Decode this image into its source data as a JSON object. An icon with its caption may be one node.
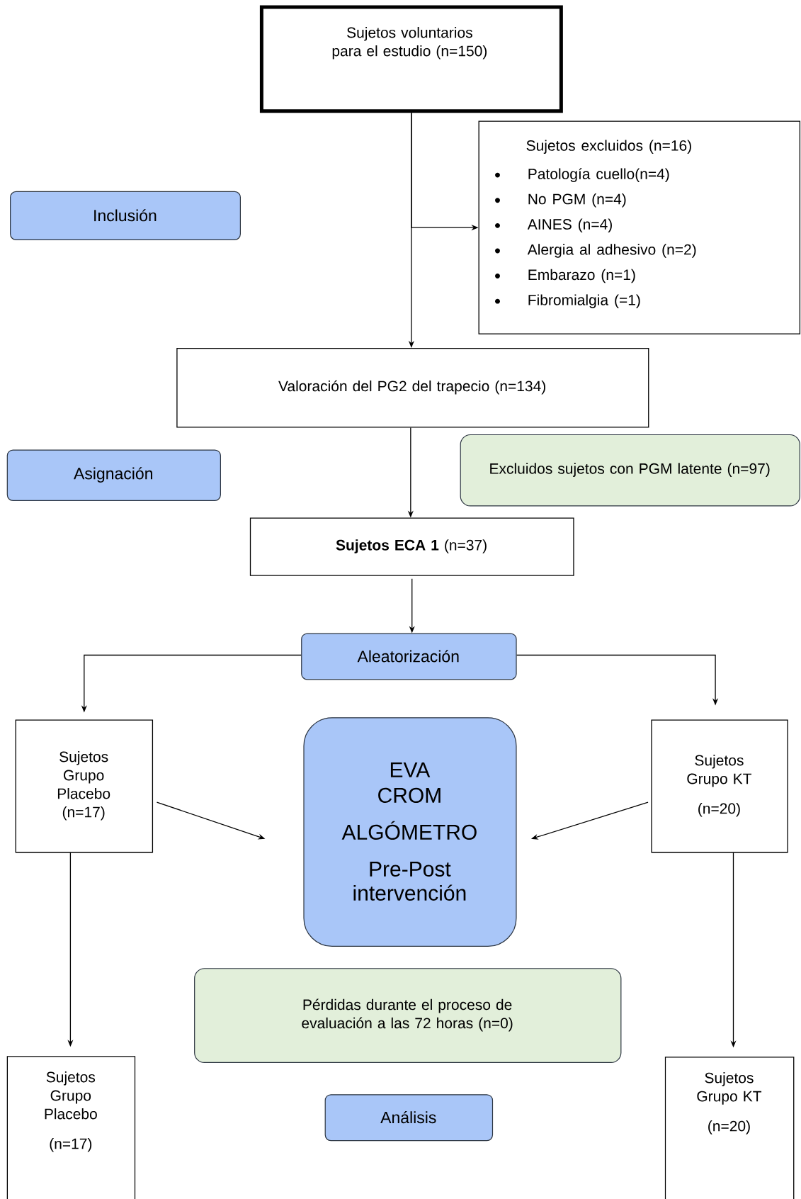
{
  "diagram": {
    "nodes": [
      {
        "text": [
          "Sujetos voluntarios para el estudio (n=150)"
        ]
      },
      {
        "text": [
          "Sujetos excluidos (n=16)",
          "Patología cuello(n=4)",
          "No PGM (n=4)",
          "AINES (n=4)",
          "Alergia al adhesivo (n=2)",
          "Embarazo (n=1)",
          "Fibromialgia (=1)"
        ]
      },
      {
        "text": [
          "Inclusión"
        ]
      },
      {
        "text": [
          "Valoración del PG2 del trapecio (n=134)"
        ]
      },
      {
        "text": [
          "Asignación"
        ]
      },
      {
        "text": [
          "Excluidos sujetos con PGM latente (n=97)"
        ]
      },
      {
        "text": [
          "**Sujetos ECA 1** (n=37)"
        ]
      },
      {
        "text": [
          "Aleatorización"
        ]
      },
      {
        "text": [
          "Sujetos Grupo Placebo (n=17)"
        ]
      },
      {
        "text": [
          "EVA",
          "CROM",
          "ALGÓMETRO",
          "Pre-Post intervención"
        ]
      },
      {
        "text": [
          "Sujetos Grupo KT",
          "(n=20)"
        ]
      },
      {
        "text": [
          "Pérdidas durante el proceso de evaluación a las 72 horas (n=0)"
        ]
      },
      {
        "text": [
          "Sujetos Grupo Placebo",
          "(n=17)"
        ]
      },
      {
        "text": [
          "Análisis"
        ]
      },
      {
        "text": [
          "Sujetos Grupo KT",
          "(n=20)"
        ]
      }
    ],
    "edges": [
      {
        "from": 0,
        "to": 3,
        "arrow": "to"
      },
      {
        "from": 0,
        "to": 1,
        "arrow": "to"
      },
      {
        "from": 3,
        "to": 6,
        "arrow": "to"
      },
      {
        "from": 6,
        "to": 7,
        "arrow": "to"
      },
      {
        "from": 7,
        "to": 8,
        "arrow": "to"
      },
      {
        "from": 7,
        "to": 10,
        "arrow": "to"
      },
      {
        "from": 8,
        "to": 9,
        "arrow": "to"
      },
      {
        "from": 10,
        "to": 9,
        "arrow": "to"
      },
      {
        "from": 8,
        "to": 12,
        "arrow": "to"
      },
      {
        "from": 10,
        "to": 14,
        "arrow": "to"
      }
    ]
  }
}
